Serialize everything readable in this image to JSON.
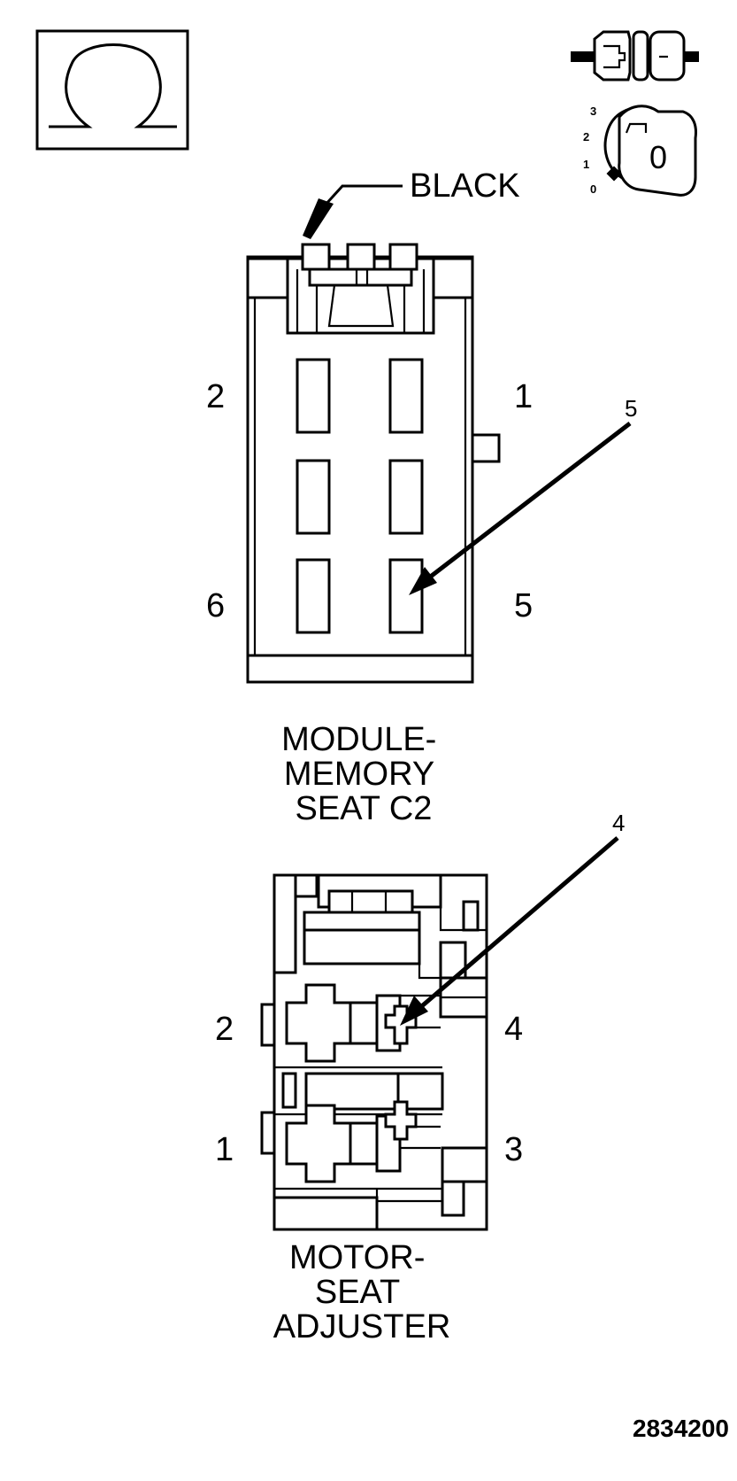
{
  "symbols": {
    "ohm_icon": "ohmmeter-omega-icon",
    "connector_icon": "disconnected-connector-icon",
    "ignition_icon": "ignition-key-off-icon",
    "ignition_positions": [
      "3",
      "2",
      "1",
      "0"
    ],
    "key_label": "0"
  },
  "connector_c2": {
    "color_label": "BLACK",
    "title_lines": [
      "MODULE-",
      "MEMORY",
      "SEAT C2"
    ],
    "pin_labels": {
      "top_left": "2",
      "top_right": "1",
      "bottom_left": "6",
      "bottom_right": "5"
    },
    "callout_pin": "5"
  },
  "motor_connector": {
    "title_lines": [
      "MOTOR-",
      "SEAT",
      "ADJUSTER"
    ],
    "pin_labels": {
      "top_left": "2",
      "top_right": "4",
      "bottom_left": "1",
      "bottom_right": "3"
    },
    "callout_pin": "4"
  },
  "figure_number": "2834200"
}
